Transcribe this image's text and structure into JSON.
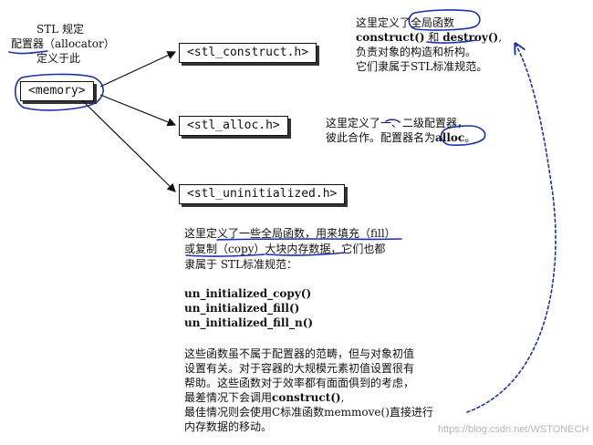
{
  "left_note": {
    "line1": "STL 规定",
    "line2": "配置器（allocator）",
    "line3": "定义于此"
  },
  "boxes": {
    "memory": "<memory>",
    "construct": "<stl_construct.h>",
    "alloc": "<stl_alloc.h>",
    "uninit": "<stl_uninitialized.h>"
  },
  "construct_note": {
    "line1": "这里定义了全局函数",
    "line2_a": "construct()",
    "line2_b": " 和 ",
    "line2_c": "destroy()",
    "line2_d": ",",
    "line3": "负责对象的构造和析构。",
    "line4": "它们隶属于STL标准规范。"
  },
  "alloc_note": {
    "line1": "这里定义了一、二级配置器，",
    "line2_a": "彼此合作。配置器名为",
    "line2_b": "alloc",
    "line2_c": "。"
  },
  "uninit_note": {
    "line1": "这里定义了一些全局函数，用来填充（fill）",
    "line2": "或复制（copy）大块内存数据，它们也都",
    "line3": "隶属于 STL标准规范：",
    "functions": [
      "un_initialized_copy()",
      "un_initialized_fill()",
      "un_initialized_fill_n()"
    ],
    "p1": "这些函数虽不属于配置器的范畴，但与对象初值",
    "p2": "设置有关。对于容器的大规模元素初值设置很有",
    "p3": "帮助。这些函数对于效率都有面面俱到的考虑，",
    "p4_a": "最差情况下会调用",
    "p4_b": "construct()",
    "p4_c": ",",
    "p5": "最佳情况则会使用C标准函数memmove()直接进行",
    "p6": "内存数据的移动。"
  },
  "watermark": "https://blog.csdn.net/WSTONECH"
}
